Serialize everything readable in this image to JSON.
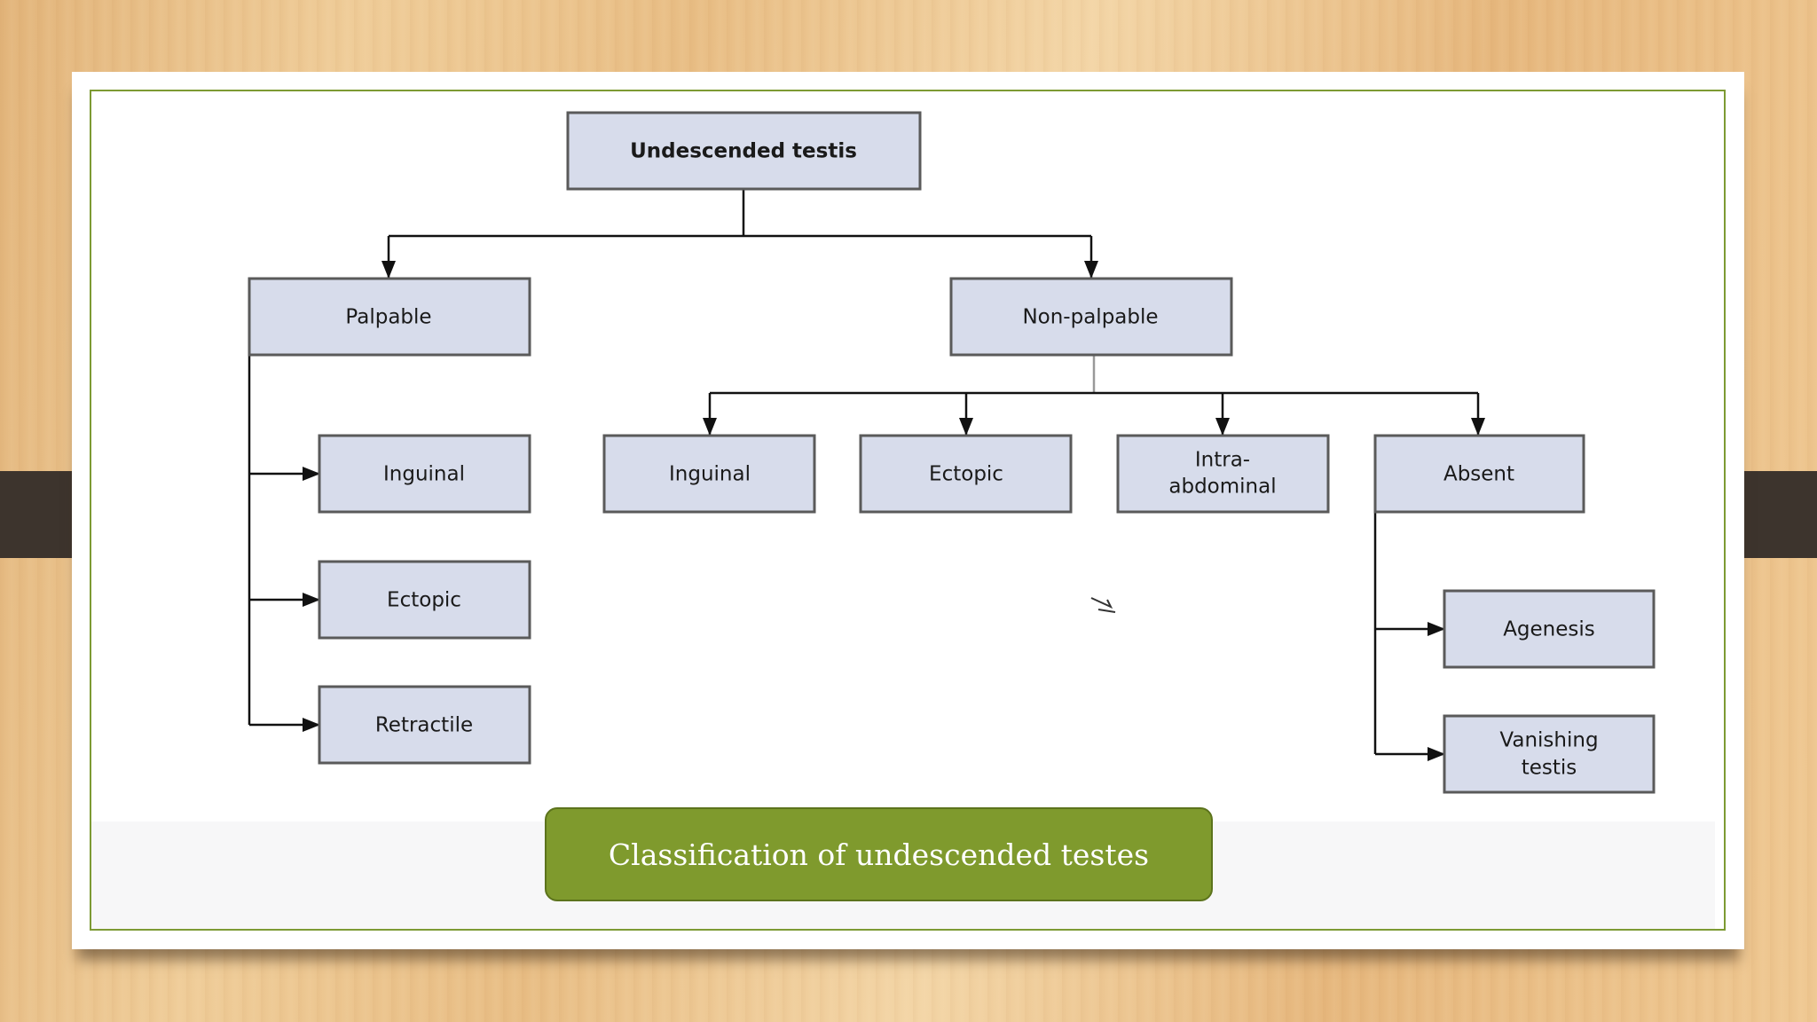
{
  "diagram": {
    "root": "Undescended testis",
    "nodes": {
      "palpable": "Palpable",
      "nonpalpable": "Non-palpable",
      "p_inguinal": "Inguinal",
      "p_ectopic": "Ectopic",
      "p_retractile": "Retractile",
      "n_inguinal": "Inguinal",
      "n_ectopic": "Ectopic",
      "n_intra_line1": "Intra-",
      "n_intra_line2": "abdominal",
      "n_absent": "Absent",
      "agenesis": "Agenesis",
      "vanishing_line1": "Vanishing",
      "vanishing_line2": "testis"
    }
  },
  "caption": "Classification of  undescended testes",
  "colors": {
    "box_fill": "#d7dceb",
    "box_stroke": "#5a5a5a",
    "caption_fill": "#7f9a2d",
    "slide_border": "#7d9a33"
  }
}
